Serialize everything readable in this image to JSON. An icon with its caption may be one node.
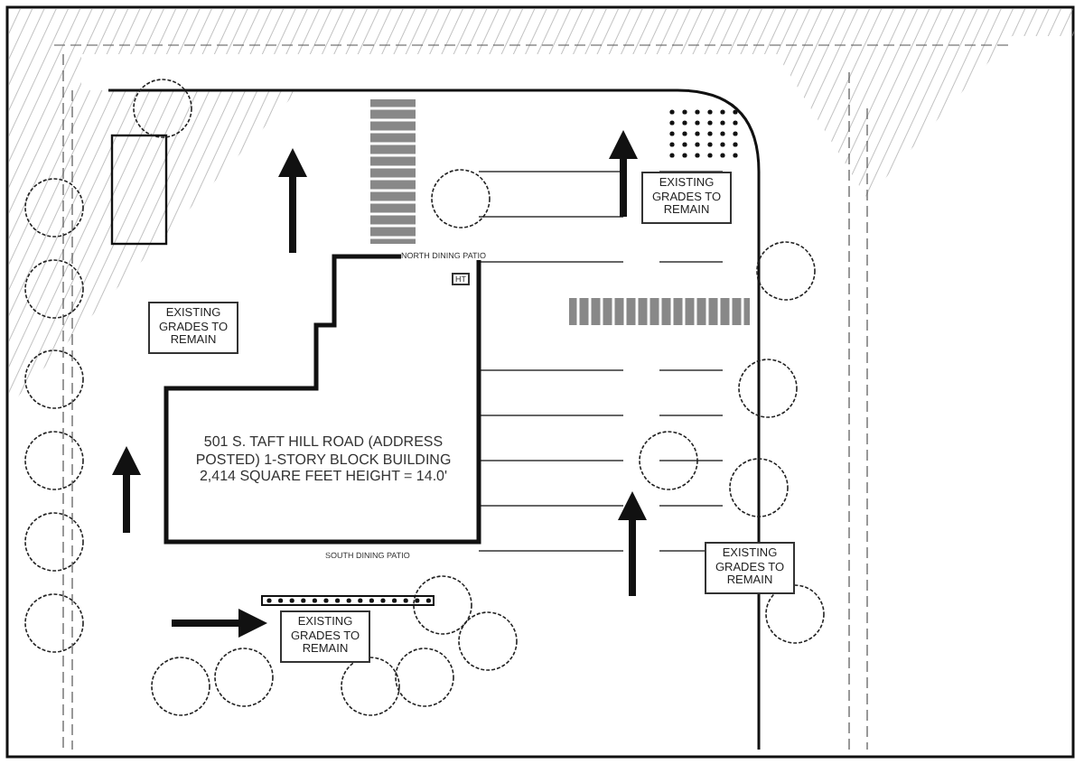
{
  "diagram": {
    "nodes": [
      {
        "text": [
          "EXISTING GRADES TO REMAIN"
        ]
      },
      {
        "text": [
          "EXISTING GRADES TO REMAIN"
        ]
      },
      {
        "text": [
          "501 S. TAFT HILL ROAD (ADDRESS POSTED) 1-STORY BLOCK BUILDING 2,414 SQUARE FEET HEIGHT = 14.0'"
        ]
      },
      {
        "text": [
          "EXISTING GRADES TO REMAIN"
        ]
      },
      {
        "text": [
          "EXISTING GRADES TO REMAIN"
        ]
      }
    ],
    "labels": [
      "NORTH DINING PATIO",
      "HT",
      "SOUTH DINING PATIO"
    ]
  }
}
